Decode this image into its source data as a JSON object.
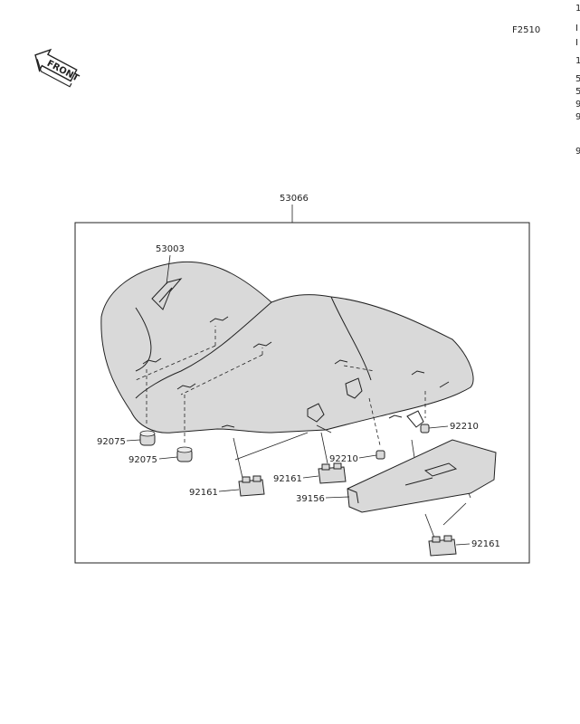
{
  "figure_code": "F2510",
  "front_arrow": {
    "text": "FRONT",
    "icon": "front-arrow-icon"
  },
  "assembly_label": "53066",
  "part_labels": {
    "seat_cover": "53003",
    "damper_left_upper": "92075",
    "damper_left_lower": "92075",
    "bracket_left": "92161",
    "bracket_center": "92161",
    "clip_center": "92210",
    "clip_right": "92210",
    "tray": "39156",
    "bracket_right": "92161"
  },
  "edge_marks": [
    "1",
    "I",
    "I",
    "1",
    "5",
    "5",
    "9",
    "9",
    "9"
  ]
}
